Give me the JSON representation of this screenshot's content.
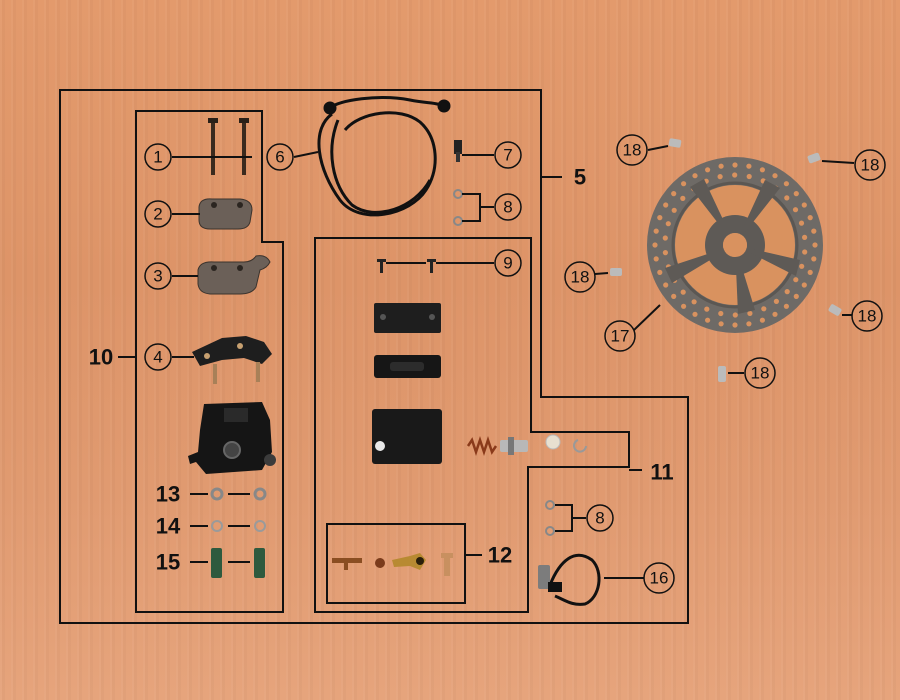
{
  "callouts": {
    "c1": "1",
    "c2": "2",
    "c3": "3",
    "c4": "4",
    "c6": "6",
    "c7": "7",
    "c8a": "8",
    "c9": "9",
    "c8b": "8",
    "c16": "16",
    "c17": "17",
    "c18a": "18",
    "c18b": "18",
    "c18c": "18",
    "c18d": "18",
    "c18e": "18"
  },
  "labels": {
    "l5": "5",
    "l10": "10",
    "l11": "11",
    "l12": "12",
    "l13": "13",
    "l14": "14",
    "l15": "15"
  },
  "colors": {
    "background": "#e09a6e",
    "line": "#111111",
    "part_dark": "#1a1a1a",
    "disc": "#6e6a66"
  }
}
